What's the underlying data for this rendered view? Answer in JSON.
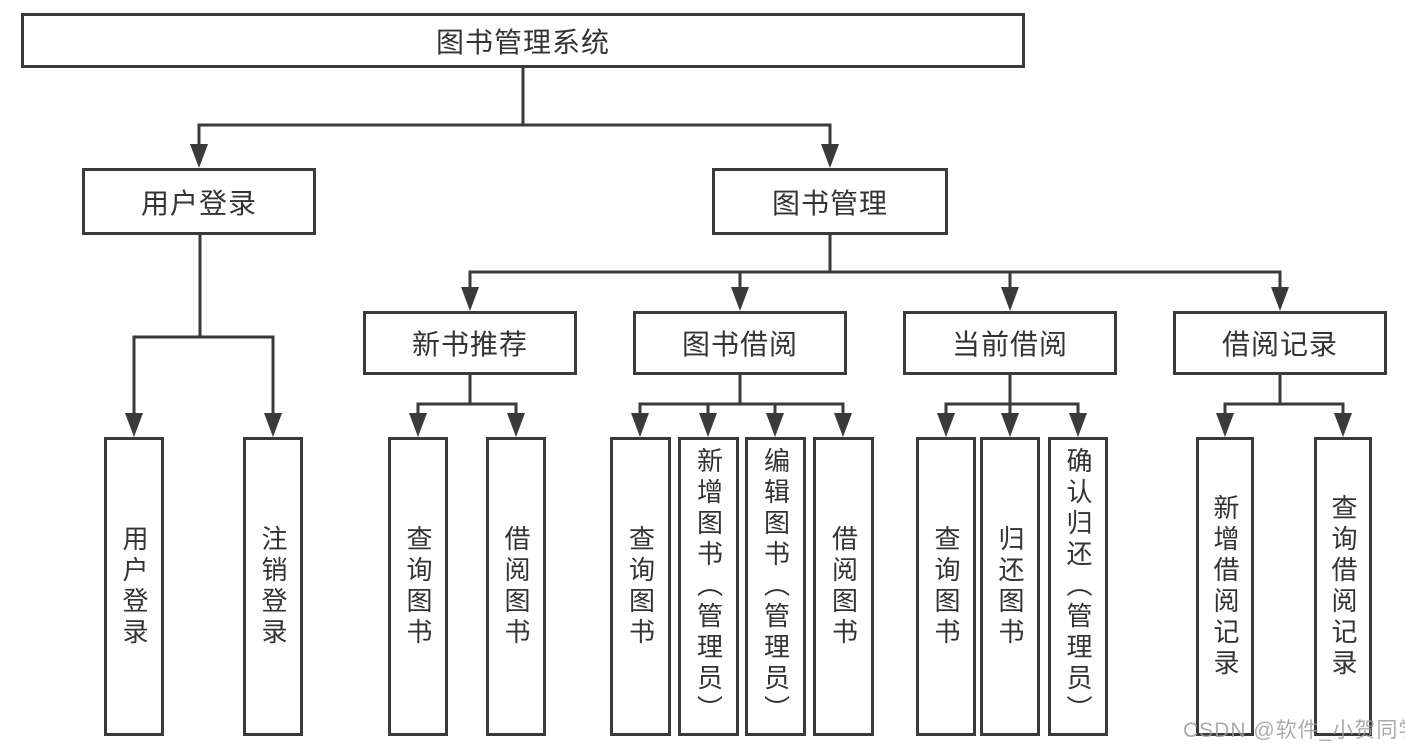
{
  "diagram": {
    "title": "图书管理系统",
    "level2": {
      "user_login": "用户登录",
      "book_management": "图书管理"
    },
    "level3": {
      "new_book_recommend": "新书推荐",
      "book_borrow": "图书借阅",
      "current_borrow": "当前借阅",
      "borrow_record": "借阅记录"
    },
    "leaves": {
      "user_login": [
        "用户登录",
        "注销登录"
      ],
      "new_book_recommend": [
        "查询图书",
        "借阅图书"
      ],
      "book_borrow": [
        "查询图书",
        "新增图书（管理员）",
        "编辑图书（管理员）",
        "借阅图书"
      ],
      "current_borrow": [
        "查询图书",
        "归还图书",
        "确认归还（管理员）"
      ],
      "borrow_record": [
        "新增借阅记录",
        "查询借阅记录"
      ]
    }
  },
  "watermark": "CSDN @软件_小贺同学",
  "colors": {
    "line": "#3a3a3a",
    "text": "#333333",
    "background": "#ffffff",
    "watermark": "#9d9d9d"
  }
}
